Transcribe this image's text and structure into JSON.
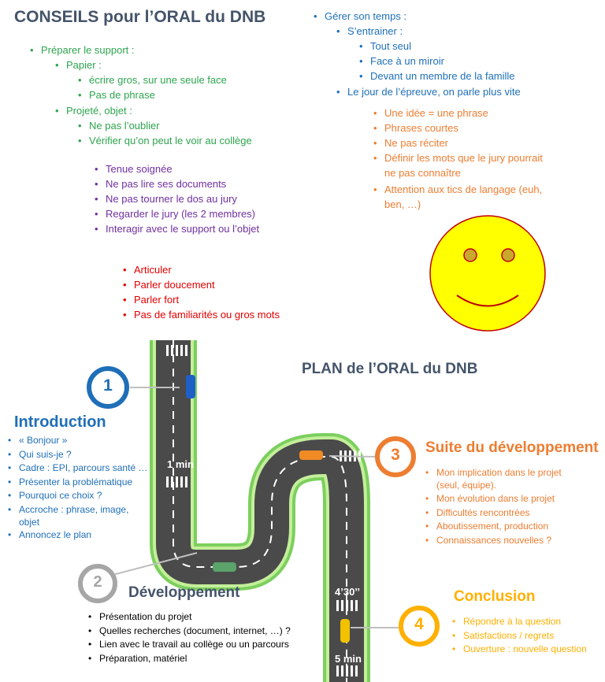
{
  "top": {
    "title": "CONSEILS pour l’ORAL du DNB",
    "prep_head": "Préparer le support :",
    "papier": "Papier :",
    "papier_items": [
      "écrire gros, sur une seule face",
      "Pas de phrase"
    ],
    "projete": "Projeté, objet :",
    "projete_items": [
      "Ne pas l’oublier",
      "Vérifier qu’on peut le voir au collège"
    ],
    "purple_items": [
      "Tenue soignée",
      "Ne pas lire ses documents",
      "Ne pas tourner le dos au jury",
      "Regarder le jury (les 2 membres)",
      "Interagir avec le support ou l’objet"
    ],
    "red_items": [
      "Articuler",
      "Parler doucement",
      "Parler fort",
      "Pas de familiarités ou gros mots"
    ],
    "temps": "Gérer son temps :",
    "entrainer": "S’entrainer :",
    "entrainer_items": [
      "Tout seul",
      "Face à un miroir",
      "Devant un membre de la famille"
    ],
    "jour": "Le jour de l’épreuve, on parle plus vite",
    "orange_items": [
      "Une idée = une phrase",
      "Phrases courtes",
      "Ne pas réciter",
      "Définir les mots que le jury pourrait",
      "ne pas connaître",
      "Attention aux tics de langage (euh,",
      "ben, …)"
    ]
  },
  "plan": {
    "title": "PLAN de l’ORAL du DNB",
    "n1": "1",
    "n2": "2",
    "n3": "3",
    "n4": "4",
    "t1": "1 min",
    "t2": "4’30’’",
    "t3": "5 min",
    "intro_title": "Introduction",
    "intro_items": [
      "« Bonjour »",
      "Qui suis-je ?",
      "Cadre : EPI, parcours santé …",
      "Présenter la problématique",
      "Pourquoi ce choix ?",
      "Accroche : phrase, image,",
      "Annoncez le plan"
    ],
    "intro_cont": "objet",
    "dev_title": "Développement",
    "dev_items": [
      "Présentation du projet",
      "Quelles recherches (document, internet, …) ?",
      "Lien avec le travail au collège ou un parcours",
      "Préparation, matériel"
    ],
    "suite_title": "Suite du développement",
    "suite_items": [
      "Mon implication dans le projet",
      "Mon évolution dans le projet",
      "Difficultés rencontrées",
      "Aboutissement, production",
      "Connaissances nouvelles ?"
    ],
    "suite_cont": "(seul, équipe).",
    "concl_title": "Conclusion",
    "concl_items": [
      "Répondre à la question",
      "Satisfactions / regrets",
      "Ouverture : nouvelle question"
    ]
  },
  "colors": {
    "green": "#2ea44f",
    "blue": "#1f6fb8",
    "purple": "#7030a0",
    "red": "#e00000",
    "orange": "#ed7d31",
    "gold": "#ffb000",
    "grey": "#a6a6a6"
  }
}
